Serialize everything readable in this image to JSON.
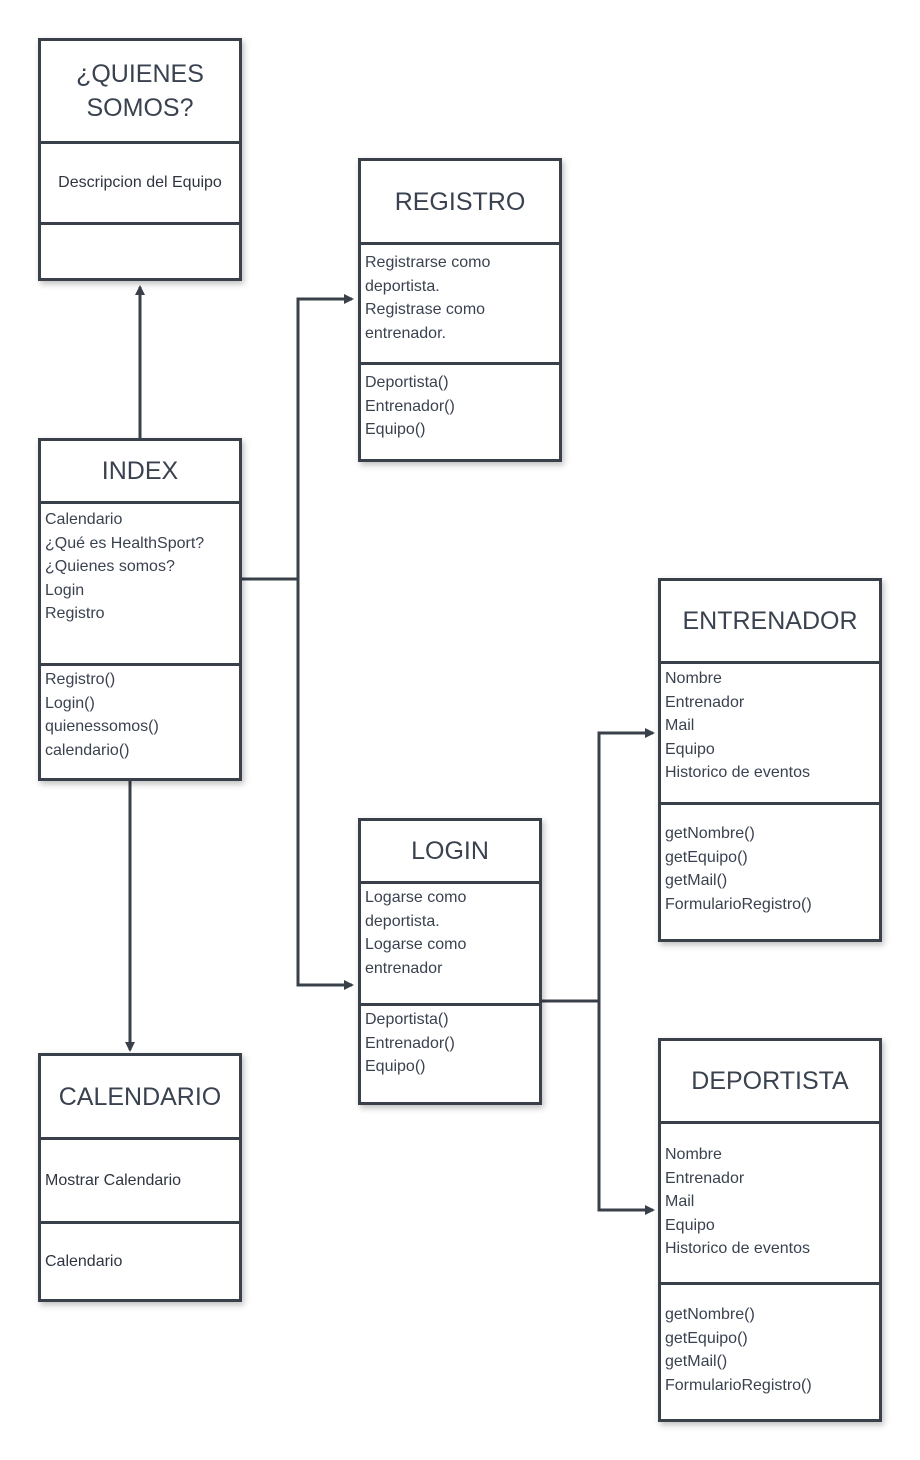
{
  "colors": {
    "line": "#3a404a",
    "text": "#3a4250",
    "background": "#ffffff"
  },
  "classes": {
    "quienes": {
      "title": [
        "¿QUIENES",
        "SOMOS?"
      ],
      "description": "Descripcion del Equipo"
    },
    "registro": {
      "title": "REGISTRO",
      "attributes": [
        "Registrarse como",
        "deportista.",
        "Registrase como",
        "entrenador."
      ],
      "methods": [
        "Deportista()",
        "Entrenador()",
        "Equipo()"
      ]
    },
    "index": {
      "title": "INDEX",
      "attributes": [
        "Calendario",
        "¿Qué es HealthSport?",
        "¿Quienes somos?",
        "Login",
        "Registro"
      ],
      "methods": [
        "Registro()",
        "Login()",
        "quienessomos()",
        "calendario()"
      ]
    },
    "entrenador": {
      "title": "ENTRENADOR",
      "attributes": [
        "Nombre",
        "Entrenador",
        "Mail",
        "Equipo",
        "Historico de eventos"
      ],
      "methods": [
        "getNombre()",
        "getEquipo()",
        "getMail()",
        "FormularioRegistro()"
      ]
    },
    "login": {
      "title": "LOGIN",
      "attributes": [
        "Logarse como",
        "deportista.",
        "Logarse como",
        "entrenador"
      ],
      "methods": [
        "Deportista()",
        "Entrenador()",
        "Equipo()"
      ]
    },
    "calendario": {
      "title": "CALENDARIO",
      "attributes": [
        "Mostrar Calendario"
      ],
      "methods": [
        "Calendario"
      ]
    },
    "deportista": {
      "title": "DEPORTISTA",
      "attributes": [
        "Nombre",
        "Entrenador",
        "Mail",
        "Equipo",
        "Historico de eventos"
      ],
      "methods": [
        "getNombre()",
        "getEquipo()",
        "getMail()",
        "FormularioRegistro()"
      ]
    }
  }
}
